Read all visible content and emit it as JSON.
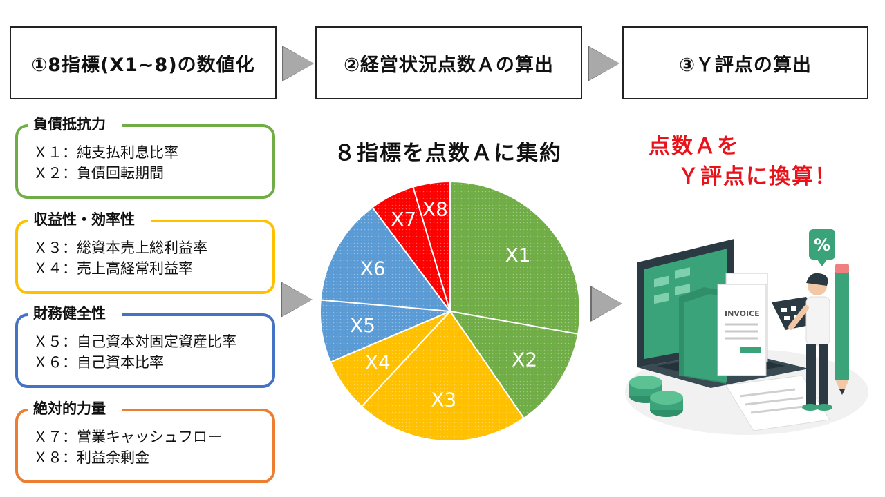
{
  "steps": [
    {
      "label": "①8指標(X1~8)の数値化"
    },
    {
      "label": "②経営状況点数Ａの算出"
    },
    {
      "label": "③Ｙ評点の算出"
    }
  ],
  "groups": [
    {
      "title": "負債抵抗力",
      "color": "#70ad47",
      "items": [
        "Ｘ１：純支払利息比率",
        "Ｘ２：負債回転期間"
      ]
    },
    {
      "title": "収益性・効率性",
      "color": "#ffc000",
      "items": [
        "Ｘ３：総資本売上総利益率",
        "Ｘ４：売上高経常利益率"
      ]
    },
    {
      "title": "財務健全性",
      "color": "#4472c4",
      "items": [
        "Ｘ５：自己資本対固定資産比率",
        "Ｘ６：自己資本比率"
      ]
    },
    {
      "title": "絶対的力量",
      "color": "#ed7d31",
      "items": [
        "Ｘ７：営業キャッシュフロー",
        "Ｘ８：利益余剰金"
      ]
    }
  ],
  "pie_title": "８指標を点数Ａに集約",
  "callout": {
    "line1": "点数Ａを",
    "line2": "Ｙ評点に換算！"
  },
  "illustration": {
    "badge": "%",
    "document": "INVOICE"
  },
  "chart_data": {
    "type": "pie",
    "title": "",
    "start_angle_deg": 0,
    "direction": "clockwise",
    "slices": [
      {
        "label": "X1",
        "value": 27.8,
        "color": "#70ad47"
      },
      {
        "label": "X2",
        "value": 12.6,
        "color": "#70ad47"
      },
      {
        "label": "X3",
        "value": 21.5,
        "color": "#ffc000"
      },
      {
        "label": "X4",
        "value": 6.7,
        "color": "#ffc000"
      },
      {
        "label": "X5",
        "value": 7.8,
        "color": "#5b9bd5"
      },
      {
        "label": "X6",
        "value": 13.4,
        "color": "#5b9bd5"
      },
      {
        "label": "X7",
        "value": 5.6,
        "color": "#ff0000"
      },
      {
        "label": "X8",
        "value": 4.6,
        "color": "#ff0000"
      }
    ]
  }
}
